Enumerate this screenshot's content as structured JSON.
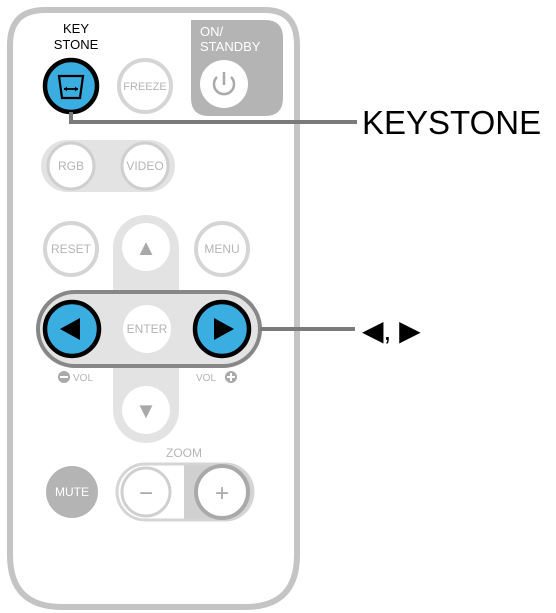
{
  "remote": {
    "keystone_label_line1": "KEY",
    "keystone_label_line2": "STONE",
    "on_standby_line1": "ON/",
    "on_standby_line2": "STANDBY",
    "freeze": "FREEZE",
    "rgb": "RGB",
    "video": "VIDEO",
    "reset": "RESET",
    "menu": "MENU",
    "enter": "ENTER",
    "vol_minus": "VOL",
    "vol_plus": "VOL",
    "zoom": "ZOOM",
    "mute": "MUTE",
    "zoom_minus": "−",
    "zoom_plus": "+",
    "up_arrow": "▲",
    "down_arrow": "▼",
    "left_arrow": "◀",
    "right_arrow": "▶"
  },
  "callouts": {
    "keystone": "KEYSTONE",
    "arrows": "◀, ▶"
  },
  "colors": {
    "highlight": "#3aaee0",
    "body_outline": "#c8c8c8",
    "button_gray": "#bdbdbd",
    "dark_gray": "#a9a9a9"
  }
}
